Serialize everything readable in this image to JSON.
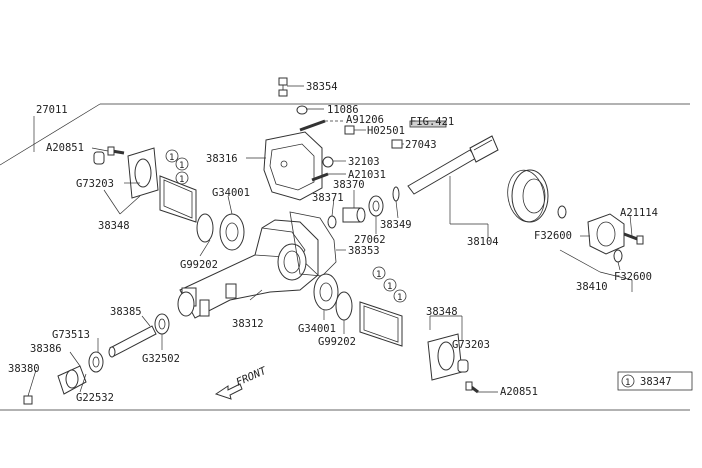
{
  "labels": {
    "p38354": "38354",
    "p27011": "27011",
    "p11086": "11086",
    "pA91206": "A91206",
    "pFIG421": "FIG.421",
    "pH02501": "H02501",
    "p38316": "38316",
    "p27043": "27043",
    "pA20851_top": "A20851",
    "p32103": "32103",
    "pA21031": "A21031",
    "pG73203_l": "G73203",
    "p38370": "38370",
    "pG34001_top": "G34001",
    "p38371": "38371",
    "p38349": "38349",
    "p38348_l": "38348",
    "p27062": "27062",
    "p38104": "38104",
    "pA21114": "A21114",
    "pF32600_a": "F32600",
    "p38353": "38353",
    "pG99202_top": "G99202",
    "pF32600_b": "F32600",
    "p38410": "38410",
    "p38385": "38385",
    "p38312": "38312",
    "p38348_r": "38348",
    "pG73513": "G73513",
    "pG34001_bot": "G34001",
    "pG73203_r": "G73203",
    "p38386": "38386",
    "pG99202_bot": "G99202",
    "pG32502": "G32502",
    "p38380": "38380",
    "pG22532": "G22532",
    "pA20851_bot": "A20851",
    "front": "FRONT",
    "callout_num": "1",
    "legend_num": "1",
    "legend_part": "38347"
  }
}
